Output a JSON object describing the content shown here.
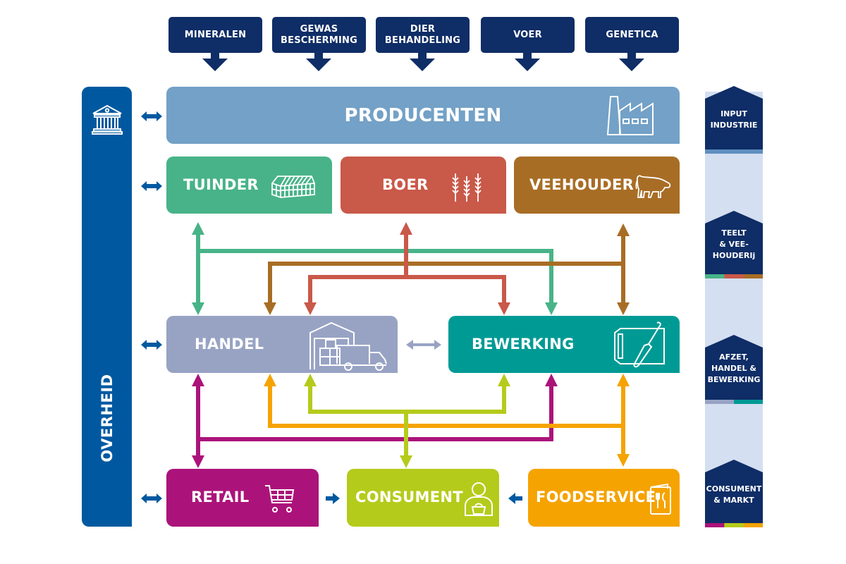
{
  "inputs": [
    {
      "label": "MINERALEN"
    },
    {
      "label": "GEWAS\nBESCHERMING"
    },
    {
      "label": "DIER\nBEHANDELING"
    },
    {
      "label": "VOER"
    },
    {
      "label": "GENETICA"
    }
  ],
  "overheid": {
    "label": "OVERHEID",
    "icon": "government-building-icon"
  },
  "boxes": {
    "producenten": {
      "label": "PRODUCENTEN",
      "icon": "factory-icon",
      "color": "#73a1c7"
    },
    "tuinder": {
      "label": "TUINDER",
      "icon": "greenhouse-icon",
      "color": "#48b388"
    },
    "boer": {
      "label": "BOER",
      "icon": "wheat-icon",
      "color": "#c95949"
    },
    "veehouder": {
      "label": "VEEHOUDER",
      "icon": "cow-icon",
      "color": "#a86d25"
    },
    "handel": {
      "label": "HANDEL",
      "icon": "warehouse-truck-icon",
      "color": "#98a3c4"
    },
    "bewerking": {
      "label": "BEWERKING",
      "icon": "cutting-board-knife-icon",
      "color": "#009a95"
    },
    "retail": {
      "label": "RETAIL",
      "icon": "shopping-cart-icon",
      "color": "#ab137a"
    },
    "consument": {
      "label": "CONSUMENT",
      "icon": "person-basket-icon",
      "color": "#b5cb1b"
    },
    "foodservice": {
      "label": "FOODSERVICE",
      "icon": "menu-cutlery-icon",
      "color": "#f5a300"
    }
  },
  "stages": [
    {
      "label": "INPUT\nINDUSTRIE",
      "bar_colors": [
        "#5f8fc0"
      ]
    },
    {
      "label": "TEELT\n& VEE-\nHOUDERIj",
      "bar_colors": [
        "#48b388",
        "#c95949",
        "#a86d25"
      ]
    },
    {
      "label": "AFZET,\nHANDEL &\nBEWERKING",
      "bar_colors": [
        "#98a3c4",
        "#009a95"
      ]
    },
    {
      "label": "CONSUMENT\n& MARKT",
      "bar_colors": [
        "#ab137a",
        "#b5cb1b",
        "#f5a300"
      ]
    }
  ],
  "colors": {
    "navy": "#0f2d66",
    "overheid_blue": "#0059a0",
    "strip_bg": "#d4dff1"
  }
}
